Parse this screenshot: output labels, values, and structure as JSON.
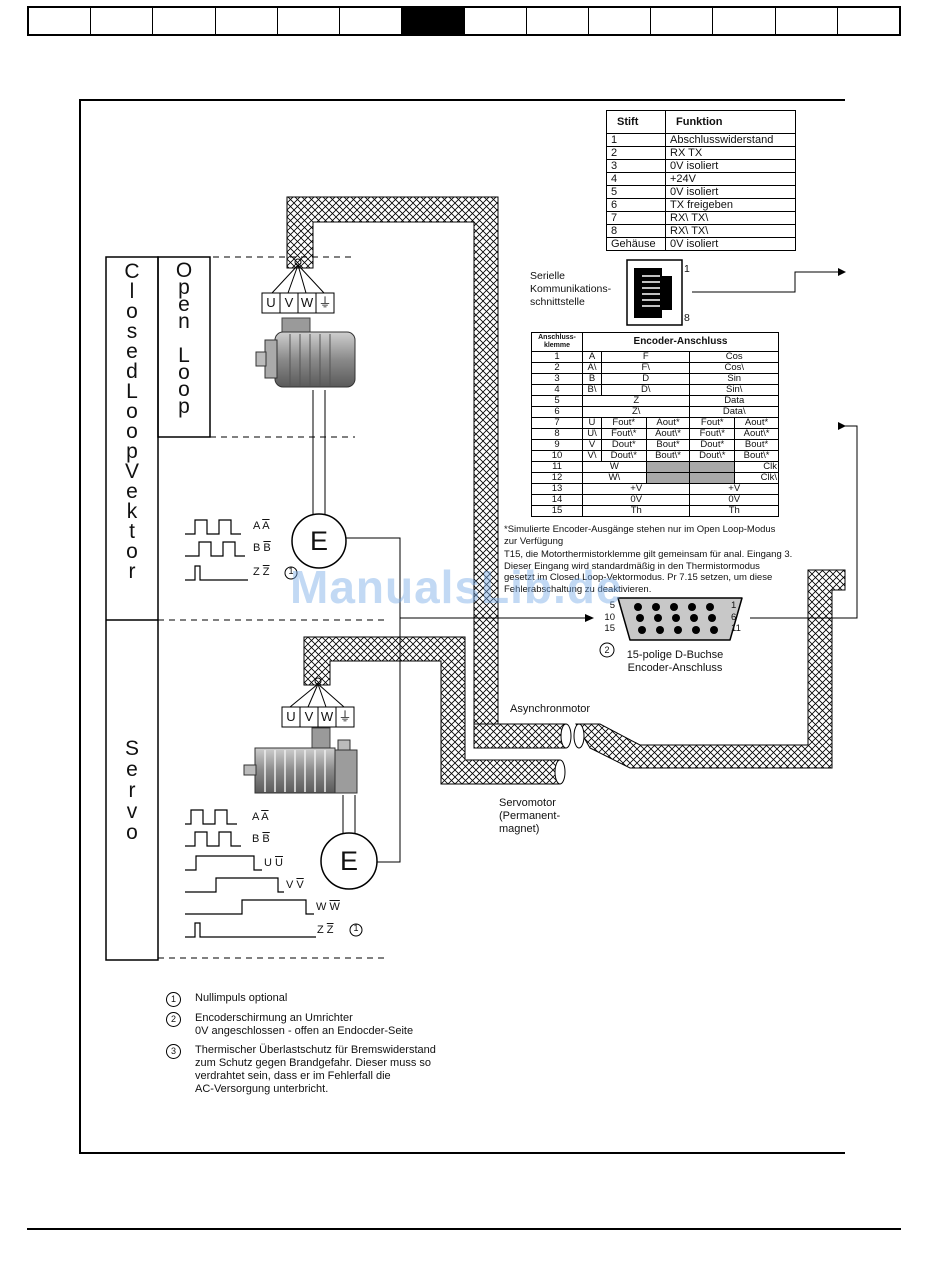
{
  "pin_table": {
    "headers": [
      "Stift",
      "Funktion"
    ],
    "rows": [
      [
        "1",
        "Abschlusswiderstand"
      ],
      [
        "2",
        "RX TX"
      ],
      [
        "3",
        "0V isoliert"
      ],
      [
        "4",
        "+24V"
      ],
      [
        "5",
        "0V isoliert"
      ],
      [
        "6",
        "TX freigeben"
      ],
      [
        "7",
        "RX\\ TX\\"
      ],
      [
        "8",
        "RX\\ TX\\"
      ],
      [
        "Gehäuse",
        "0V isoliert"
      ]
    ]
  },
  "serial_port": {
    "label_line1": "Serielle",
    "label_line2": "Kommunikations-",
    "label_line3": "schnittstelle",
    "pin_top": "1",
    "pin_bottom": "8"
  },
  "encoder_table": {
    "header_terminal": "Anschluss-klemme",
    "header_title": "Encoder-Anschluss",
    "rows": [
      [
        "1",
        "A",
        "F",
        "Cos"
      ],
      [
        "2",
        "A\\",
        "F\\",
        "Cos\\"
      ],
      [
        "3",
        "B",
        "D",
        "Sin"
      ],
      [
        "4",
        "B\\",
        "D\\",
        "Sin\\"
      ],
      [
        "5",
        "Z",
        "Data"
      ],
      [
        "6",
        "Z\\",
        "Data\\"
      ],
      [
        "7",
        "U",
        "Fout*",
        "Aout*",
        "Fout*",
        "Aout*"
      ],
      [
        "8",
        "U\\",
        "Fout\\*",
        "Aout\\*",
        "Fout\\*",
        "Aout\\*"
      ],
      [
        "9",
        "V",
        "Dout*",
        "Bout*",
        "Dout*",
        "Bout*"
      ],
      [
        "10",
        "V\\",
        "Dout\\*",
        "Bout\\*",
        "Dout\\*",
        "Bout\\*"
      ],
      [
        "11",
        "W",
        "Clk"
      ],
      [
        "12",
        "W\\",
        "Clk\\"
      ],
      [
        "13",
        "+V",
        "+V"
      ],
      [
        "14",
        "0V",
        "0V"
      ],
      [
        "15",
        "Th",
        "Th"
      ]
    ]
  },
  "notes": {
    "simulated_line1": "*Simulierte Encoder-Ausgänge stehen nur im Open Loop-Modus",
    "simulated_line2": "zur Verfügung",
    "t15_line1": "T15, die Motorthermistorklemme gilt gemeinsam für anal. Eingang 3.",
    "t15_line2": "Dieser Eingang wird standardmäßig in den Thermistormodus",
    "t15_line3": "gesetzt im Closed Loop-Vektormodus. Pr 7.15 setzen, um diese",
    "t15_line4": "Fehlerabschaltung zu deaktivieren."
  },
  "dsub": {
    "left_labels": [
      "5",
      "10",
      "15"
    ],
    "right_labels": [
      "1",
      "6",
      "11"
    ],
    "marker": "2",
    "caption_line1": "15-polige D-Buchse",
    "caption_line2": "Encoder-Anschluss"
  },
  "mode_labels": {
    "closed_loop_vektor": "Closed Loop Vektor",
    "open_loop": "Open Loop",
    "servo": "Servo"
  },
  "motor_terminals": [
    "U",
    "V",
    "W",
    "⏚"
  ],
  "encoder_symbol": "E",
  "signals_top": [
    {
      "label": "A",
      "bar": "A"
    },
    {
      "label": "B",
      "bar": "B"
    },
    {
      "label": "Z",
      "bar": "Z",
      "marker": "1"
    }
  ],
  "signals_servo": [
    {
      "label": "A",
      "bar": "A"
    },
    {
      "label": "B",
      "bar": "B"
    },
    {
      "label": "U",
      "bar": "U"
    },
    {
      "label": "V",
      "bar": "V"
    },
    {
      "label": "W",
      "bar": "W"
    },
    {
      "label": "Z",
      "bar": "Z",
      "marker": "1"
    }
  ],
  "motor_labels": {
    "async": "Asynchronmotor",
    "servo_line1": "Servomotor",
    "servo_line2": "(Permanent-",
    "servo_line3": "magnet)"
  },
  "legend": [
    {
      "num": "1",
      "lines": [
        "Nullimpuls optional"
      ]
    },
    {
      "num": "2",
      "lines": [
        "Encoderschirmung an Umrichter",
        "0V angeschlossen - offen an Endocder-Seite"
      ]
    },
    {
      "num": "3",
      "lines": [
        "Thermischer Überlastschutz für Bremswiderstand",
        "zum Schutz gegen Brandgefahr. Dieser muss so",
        "verdrahtet sein, dass er im Fehlerfall die",
        "AC-Versorgung unterbricht."
      ]
    }
  ],
  "watermark": "ManualsLib.de"
}
